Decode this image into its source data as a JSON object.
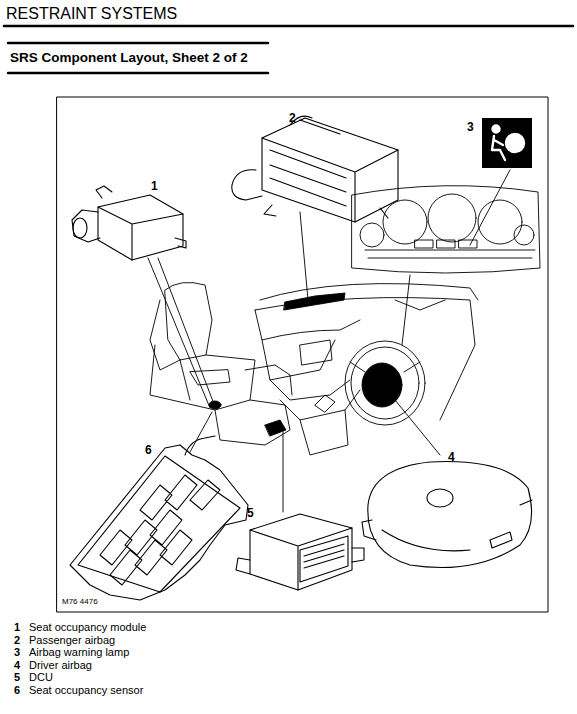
{
  "diagram": {
    "title": "SRS Component Layout, Sheet 2 of 2",
    "labels": [
      "RESTRAINT SYSTEMS",
      "1",
      "2",
      "3",
      "4",
      "5",
      "6",
      "M76 4476",
      "1",
      "Seat occupancy module",
      "2",
      "Passenger airbag",
      "3",
      "Airbag warning lamp",
      "4",
      "Driver airbag",
      "5",
      "DCU",
      "6",
      "Seat occupancy sensor"
    ]
  }
}
